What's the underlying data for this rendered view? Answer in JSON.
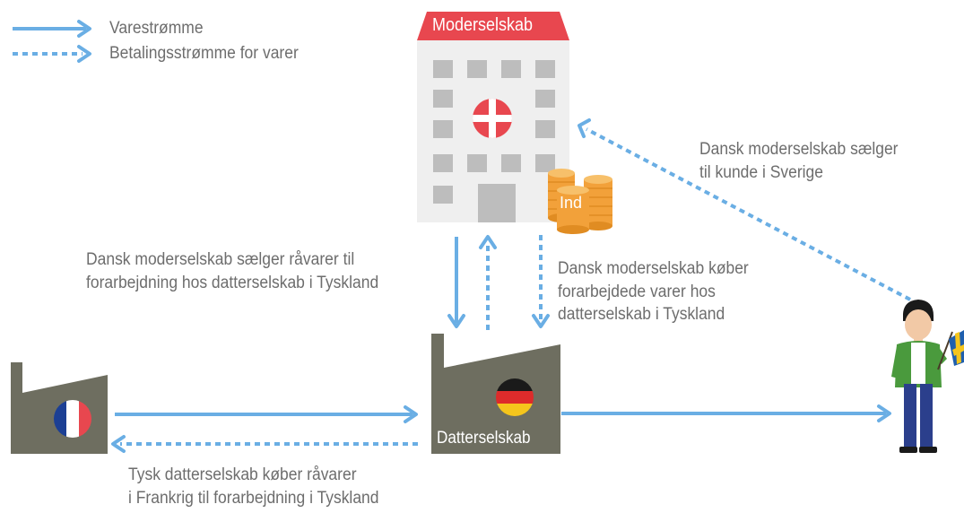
{
  "legend": {
    "solid_label": "Varestrømme",
    "dotted_label": "Betalingsstrømme for varer"
  },
  "parent": {
    "roof_label": "Moderselskab",
    "flag": "denmark",
    "coins_label": "Ind"
  },
  "subsidiary": {
    "label": "Datterselskab",
    "flag": "germany"
  },
  "french_factory": {
    "flag": "france"
  },
  "customer": {
    "flag": "sweden",
    "icon": "person-icon"
  },
  "annotations": {
    "parent_to_customer": [
      "Dansk moderselskab sælger",
      "til kunde i Sverige"
    ],
    "raw_materials": [
      "Dansk moderselskab sælger råvarer til",
      "forarbejdning hos datterselskab i Tyskland"
    ],
    "processed_goods": [
      "Dansk moderselskab køber",
      "forarbejdede varer hos",
      "datterselskab i Tyskland"
    ],
    "france_purchase": [
      "Tysk datterselskab køber råvarer",
      "i Frankrig til forarbejdning i Tyskland"
    ]
  },
  "colors": {
    "arrow": "#6aaee4",
    "building": "#efefef",
    "roof": "#e8474f",
    "factory": "#6e6e60",
    "text": "#6d6d6d",
    "coins": "#f2a13a"
  }
}
